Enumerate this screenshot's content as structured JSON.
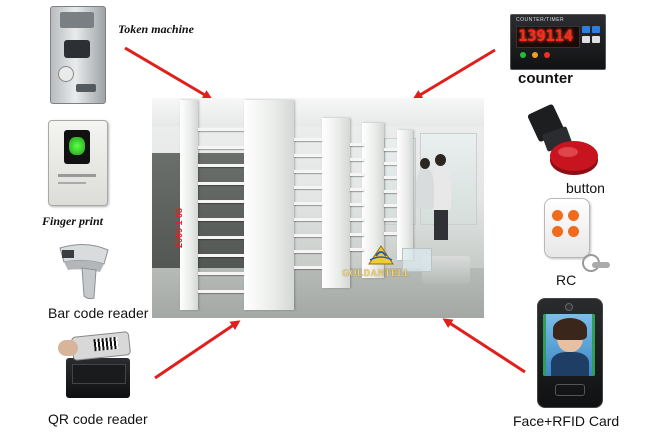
{
  "labels": {
    "token_machine": "Token machine",
    "finger_print": "Finger print",
    "bar_code_reader": "Bar code reader",
    "qr_code_reader": "QR code reader",
    "counter": "counter",
    "button": "button",
    "rc": "RC",
    "face_rfid": "Face+RFID Card"
  },
  "counter_display": {
    "header": "COUNTER/TIMER",
    "digits": "139114"
  },
  "photo": {
    "stamp": "2009 1 03",
    "watermark": "GOLDANTELL"
  },
  "colors": {
    "arrow": "#e0201c",
    "counter_digits": "#ff2a1a",
    "button_red": "#c8141e"
  }
}
